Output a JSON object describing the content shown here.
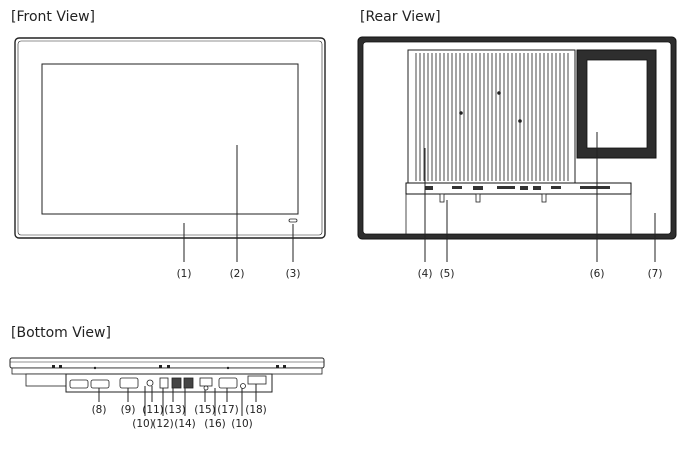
{
  "views": {
    "front": {
      "title": "[Front View]",
      "callouts": [
        "(1)",
        "(2)",
        "(3)"
      ]
    },
    "rear": {
      "title": "[Rear View]",
      "callouts": [
        "(4)",
        "(5)",
        "(6)",
        "(7)"
      ]
    },
    "bottom": {
      "title": "[Bottom View]",
      "callouts": [
        "(8)",
        "(9)",
        "(11)",
        "(13)",
        "(15)",
        "(17)",
        "(18)",
        "(10)",
        "(12)",
        "(14)",
        "(16)",
        "(10)"
      ]
    }
  },
  "colors": {
    "line": "#222222",
    "bezel": "#333333",
    "fill": "#ffffff"
  }
}
